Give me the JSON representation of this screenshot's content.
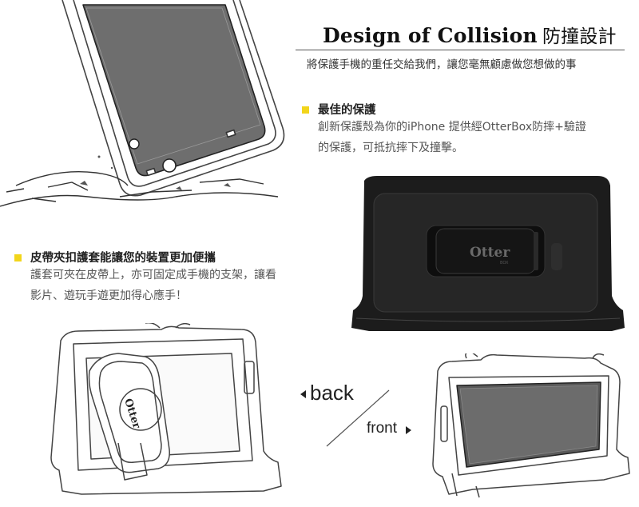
{
  "heading": {
    "title_en": "Design of Collision",
    "title_zh": "防撞設計",
    "subtitle": "將保護手機的重任交給我們，讓您毫無顧慮做您想做的事"
  },
  "features": [
    {
      "title": "最佳的保護",
      "lines": [
        "創新保護殼為你的iPhone 提供經OtterBox防摔+驗證",
        "的保護，可抵抗摔下及撞擊。"
      ]
    },
    {
      "title": "皮帶夾扣護套能讓您的裝置更加便攜",
      "lines": [
        "護套可夾在皮帶上，亦可固定成手機的支架，讓看",
        "影片、遊玩手遊更加得心應手！"
      ]
    }
  ],
  "labels": {
    "back": "back",
    "front": "front"
  },
  "brand": {
    "logo_text": "Otter",
    "logo_sub": "BOX"
  },
  "colors": {
    "bullet": "#f2d51b",
    "holster": "#1c1c1c",
    "line": "#444444"
  }
}
